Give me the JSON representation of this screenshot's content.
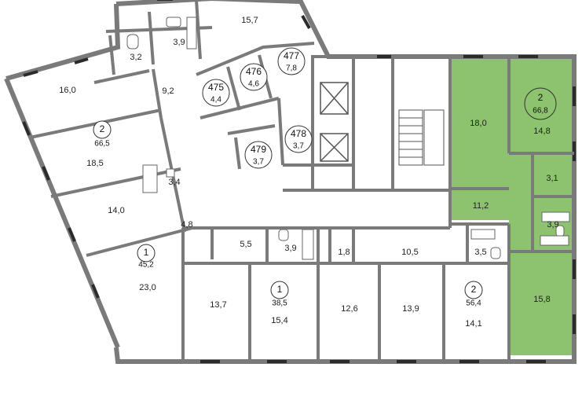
{
  "highlight_color": "#8dc26f",
  "wall_color": "#7a7a7a",
  "apartments": [
    {
      "rooms": "2",
      "area": "66,5"
    },
    {
      "rooms": "1",
      "area": "45,2"
    },
    {
      "rooms": "1",
      "area": "38,5"
    },
    {
      "rooms": "2",
      "area": "56,4"
    },
    {
      "rooms": "2",
      "area": "66,8"
    }
  ],
  "units": [
    {
      "number": "475",
      "area": "4,4"
    },
    {
      "number": "476",
      "area": "4,6"
    },
    {
      "number": "477",
      "area": "7,8"
    },
    {
      "number": "478",
      "area": "3,7"
    },
    {
      "number": "479",
      "area": "3,7"
    }
  ],
  "rooms": [
    "15,7",
    "3,2",
    "3,9",
    "16,0",
    "9,2",
    "18,5",
    "3,4",
    "14,0",
    "4,8",
    "23,0",
    "5,5",
    "3,9",
    "1,8",
    "10,5",
    "3,5",
    "13,7",
    "15,4",
    "12,6",
    "13,9",
    "14,1",
    "18,0",
    "14,8",
    "3,1",
    "11,2",
    "3,9",
    "15,8"
  ]
}
